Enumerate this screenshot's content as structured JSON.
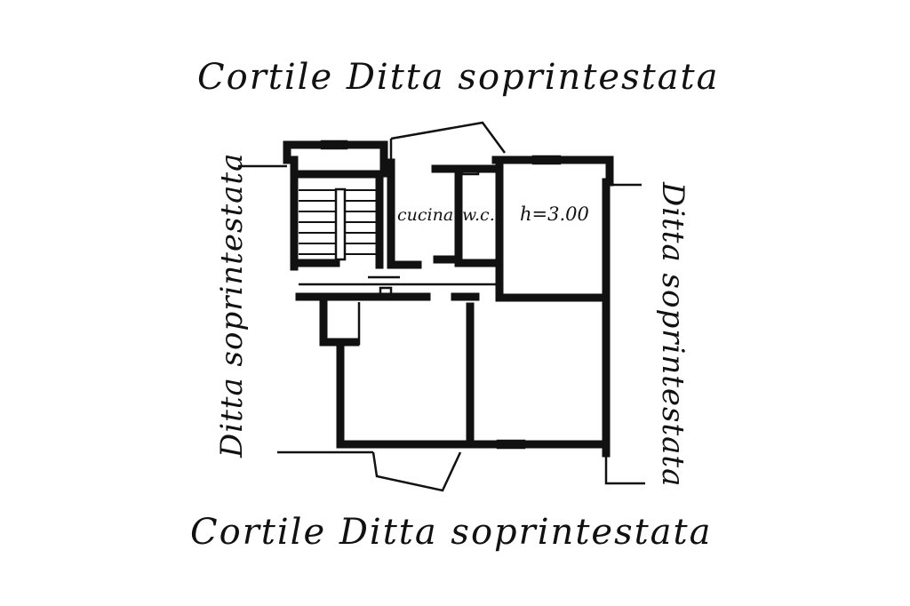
{
  "labels": {
    "top": "Cortile Ditta soprintestata",
    "bottom": "Cortile Ditta soprintestata",
    "left": "Ditta soprintestata",
    "right": "Ditta soprintestata"
  },
  "rooms": {
    "kitchen": "cucina",
    "wc": "w.c.",
    "height": "h=3.00"
  },
  "colors": {
    "ink": "#111111",
    "paper": "#ffffff"
  }
}
